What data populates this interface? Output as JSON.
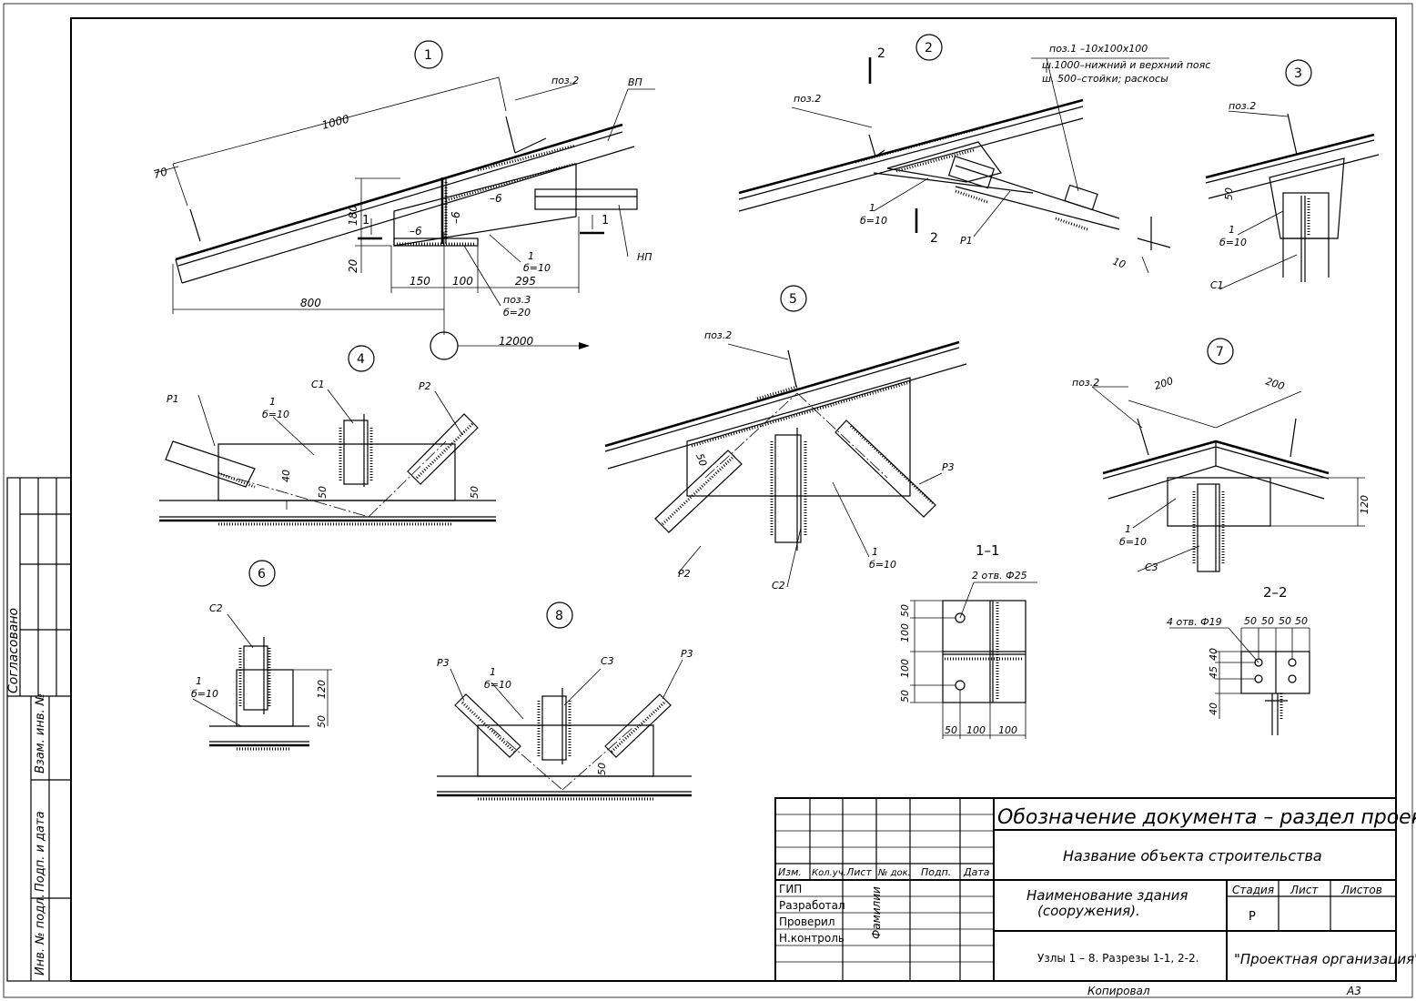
{
  "frame": {
    "side_labels": [
      "Согласовано",
      "Взам. инв. №",
      "Подп. и дата",
      "Инв. № подл."
    ],
    "bottom_copy": "Копировал",
    "format": "А3"
  },
  "title_block": {
    "designation": "Обозначение документа – раздел проекта",
    "object_name": "Название объекта строительства",
    "building_name_1": "Наименование здания",
    "building_name_2": "(сооружения).",
    "sheet_content": "Узлы 1 – 8. Разрезы 1-1, 2-2.",
    "organization": "\"Проектная организация\"",
    "col_headers": [
      "Изм.",
      "Кол.уч.",
      "Лист",
      "№ док.",
      "Подп.",
      "Дата"
    ],
    "roles": [
      "ГИП",
      "Разработал",
      "Проверил",
      "Н.контроль"
    ],
    "surnames": "Фамилии",
    "stage_header": "Стадия",
    "sheet_header": "Лист",
    "sheets_header": "Листов",
    "stage_value": "Р"
  },
  "node1": {
    "num": "1",
    "dims": [
      "1000",
      "70",
      "180",
      "20",
      "800",
      "150",
      "100",
      "295",
      "12000"
    ],
    "labels": [
      "поз.2",
      "ВП",
      "НП",
      "–6",
      "–6",
      "–6",
      "1",
      "б=10",
      "поз.3",
      "б=20",
      "1",
      "1"
    ]
  },
  "node2": {
    "num": "2",
    "note": [
      "поз.1    –10х100х100",
      "ш.1000–нижний и верхний пояс",
      "ш. 500–стойки; раскосы"
    ],
    "labels": [
      "поз.2",
      "1",
      "б=10",
      "Р1",
      "10",
      "2",
      "2"
    ]
  },
  "node3": {
    "num": "3",
    "labels": [
      "поз.2",
      "50",
      "1",
      "б=10",
      "С1"
    ]
  },
  "node4": {
    "num": "4",
    "labels": [
      "Р1",
      "1",
      "б=10",
      "С1",
      "Р2",
      "40",
      "50",
      "50"
    ]
  },
  "node5": {
    "num": "5",
    "labels": [
      "поз.2",
      "50",
      "Р3",
      "Р2",
      "С2",
      "1",
      "б=10"
    ]
  },
  "node6": {
    "num": "6",
    "labels": [
      "С2",
      "1",
      "б=10",
      "120",
      "50"
    ]
  },
  "node7": {
    "num": "7",
    "labels": [
      "поз.2",
      "200",
      "200",
      "1",
      "б=10",
      "С3",
      "120"
    ]
  },
  "node8": {
    "num": "8",
    "labels": [
      "Р3",
      "1",
      "б=10",
      "С3",
      "Р3",
      "50"
    ]
  },
  "section11": {
    "title": "1–1",
    "holes": "2 отв. Ф25",
    "vdims": [
      "50",
      "100",
      "100",
      "50"
    ],
    "hdims": [
      "50",
      "100",
      "100"
    ]
  },
  "section22": {
    "title": "2–2",
    "holes": "4 отв. Ф19",
    "hdims": [
      "50",
      "50",
      "50",
      "50"
    ],
    "vdims": [
      "40",
      "45",
      "40"
    ]
  }
}
